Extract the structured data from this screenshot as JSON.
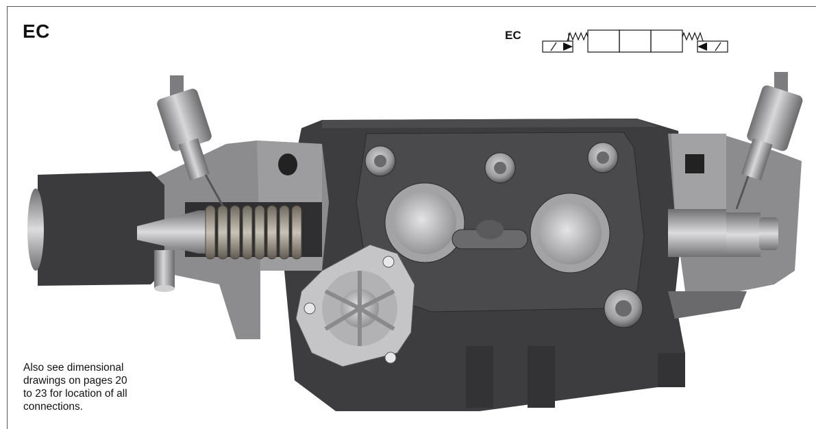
{
  "title": "EC",
  "schematic": {
    "label": "EC",
    "symbol": "double-solenoid-spring-centered-valve-symbol"
  },
  "illustration": {
    "subject": "valve-section-rendering"
  },
  "note": {
    "lines": [
      "Also see dimensional",
      "drawings on pages 20",
      "to 23 for location of all",
      "connections."
    ]
  },
  "colors": {
    "body": "#3d3d3f",
    "body_light": "#8c8c8f",
    "metal": "#b4b4b7",
    "spring": "#a09a90",
    "frame": "#555555"
  }
}
